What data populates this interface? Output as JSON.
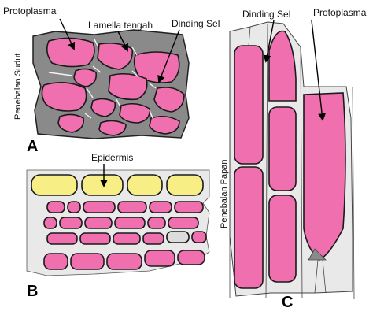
{
  "labels": {
    "protoplasma_a": "Protoplasma",
    "lamella": "Lamella tengah",
    "dinding_a": "Dinding Sel",
    "penebalan_sudut": "Penebalan Sudut",
    "epidermis": "Epidermis",
    "penebalan_papan": "Penebalan Papan",
    "dinding_c": "Dinding Sel",
    "protoplasma_c": "Protoplasma"
  },
  "panels": {
    "a": "A",
    "b": "B",
    "c": "C"
  },
  "colors": {
    "protoplasm": "#f06fae",
    "epidermis": "#f7ef86",
    "wall_gray": "#8a8a8a",
    "wall_light": "#e9e9e9",
    "empty_cell": "#dcdcdc"
  }
}
